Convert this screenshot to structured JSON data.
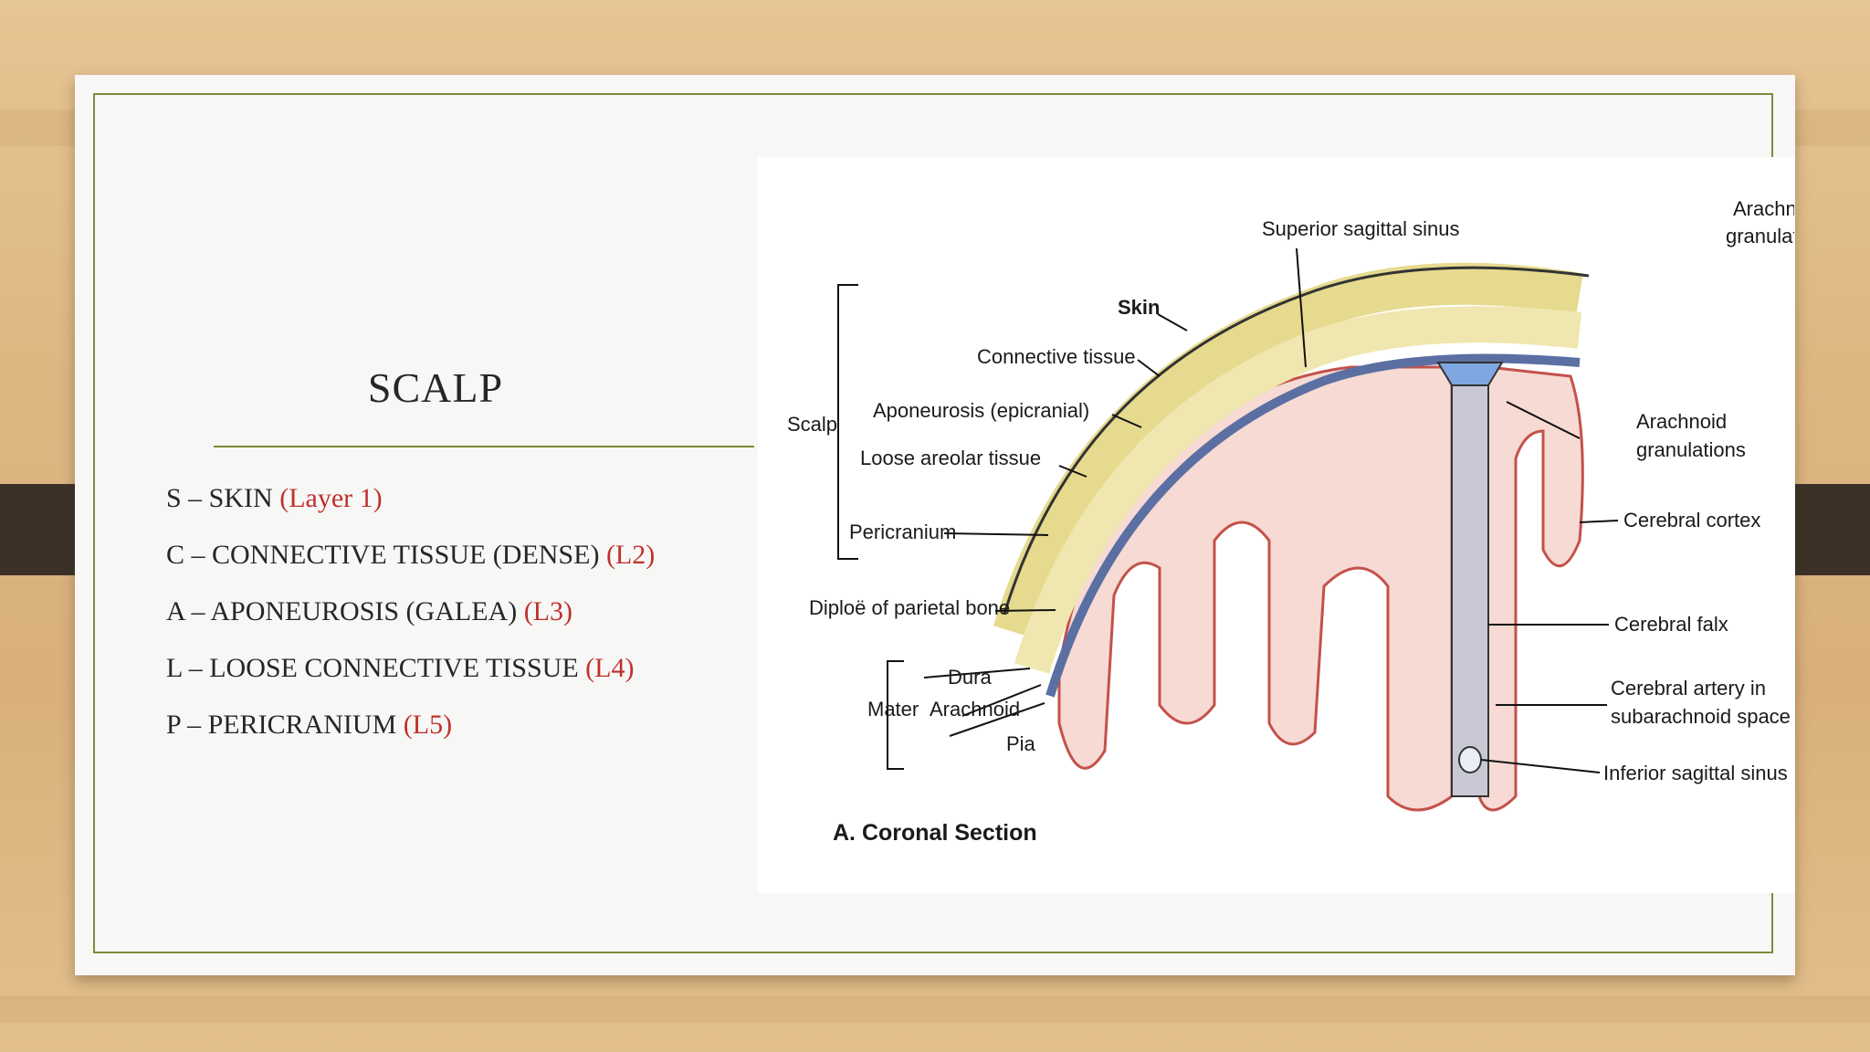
{
  "slide": {
    "title": "SCALP",
    "items": [
      {
        "text": "S – SKIN ",
        "layer": "(Layer 1)"
      },
      {
        "text": "C – CONNECTIVE TISSUE (DENSE) ",
        "layer": "(L2)"
      },
      {
        "text": "A – APONEUROSIS (GALEA) ",
        "layer": "(L3)"
      },
      {
        "text": "L – LOOSE CONNECTIVE TISSUE ",
        "layer": "(L4)"
      },
      {
        "text": "P – PERICRANIUM ",
        "layer": "(L5)"
      }
    ]
  },
  "figure": {
    "caption": "A. Coronal Section",
    "labels": {
      "superior_sagittal_sinus": "Superior sagittal sinus",
      "arachnoid_granulations_cut_1": "Arachn",
      "arachnoid_granulations_cut_2": "granulati",
      "skin": "Skin",
      "connective_tissue": "Connective tissue",
      "aponeurosis": "Aponeurosis (epicranial)",
      "loose_areolar": "Loose areolar tissue",
      "pericranium": "Pericranium",
      "scalp": "Scalp",
      "diploe": "Diploë of parietal bone",
      "mater": "Mater",
      "dura": "Dura",
      "arachnoid": "Arachnoid",
      "pia": "Pia",
      "arachnoid_granulations_1": "Arachnoid",
      "arachnoid_granulations_2": "granulations",
      "cerebral_cortex": "Cerebral cortex",
      "cerebral_falx": "Cerebral falx",
      "cerebral_artery_1": "Cerebral artery in",
      "cerebral_artery_2": "subarachnoid space",
      "inferior_sagittal_sinus": "Inferior sagittal sinus"
    }
  },
  "colors": {
    "frame": "#7a8c3a",
    "layer_text": "#c0302a",
    "tab": "#3b3128"
  }
}
